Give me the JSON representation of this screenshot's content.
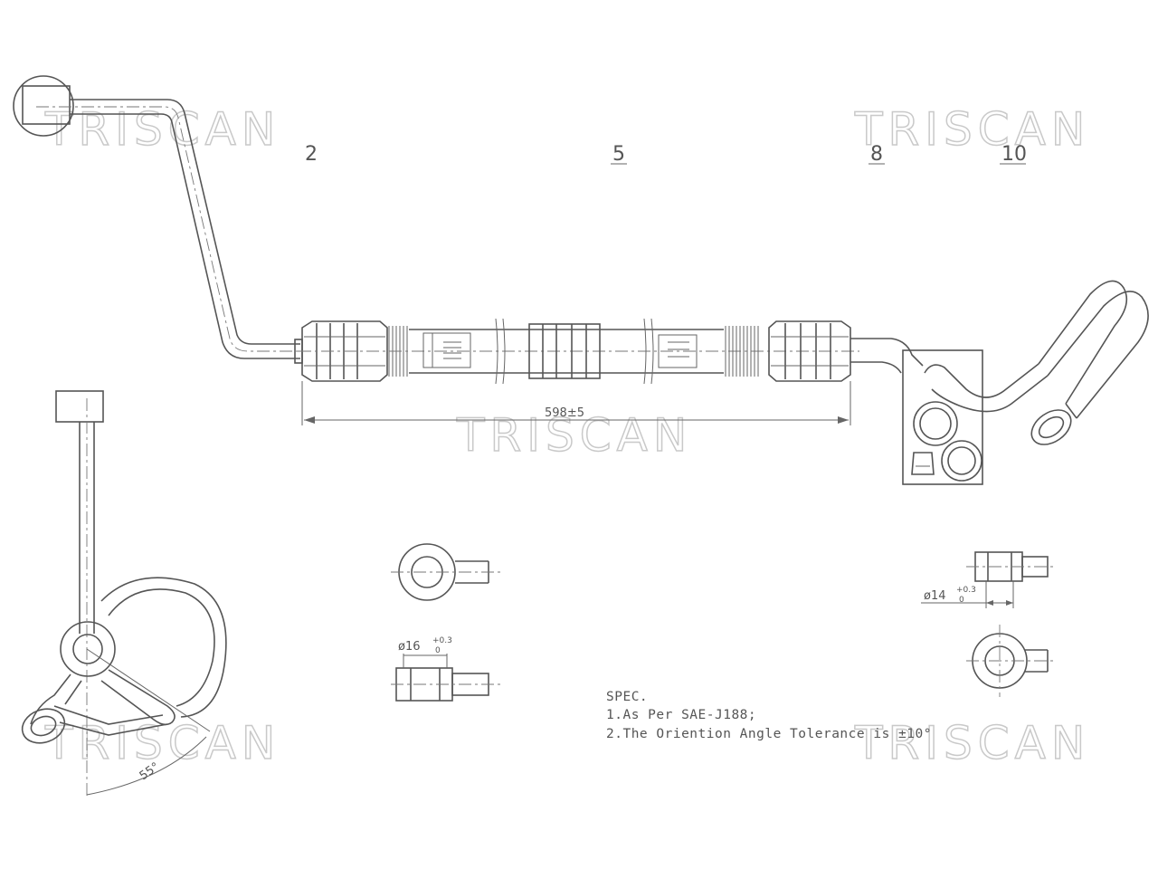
{
  "watermarks": [
    "TRISCAN",
    "TRISCAN",
    "TRISCAN",
    "TRISCAN",
    "TRISCAN"
  ],
  "section_labels": [
    "2",
    "5",
    "8",
    "10"
  ],
  "dimensions": {
    "length": "598±5",
    "angle": "55°",
    "bore_16_base": "ø16",
    "bore_16_tol": "+0.3",
    "bore_16_tol_low": "0",
    "bore_14_base": "ø14",
    "bore_14_tol": "+0.3",
    "bore_14_tol_low": "0"
  },
  "spec": {
    "heading": "SPEC.",
    "line1": "1.As Per SAE-J188;",
    "line2": "2.The Oriention Angle Tolerance is ±10°"
  }
}
